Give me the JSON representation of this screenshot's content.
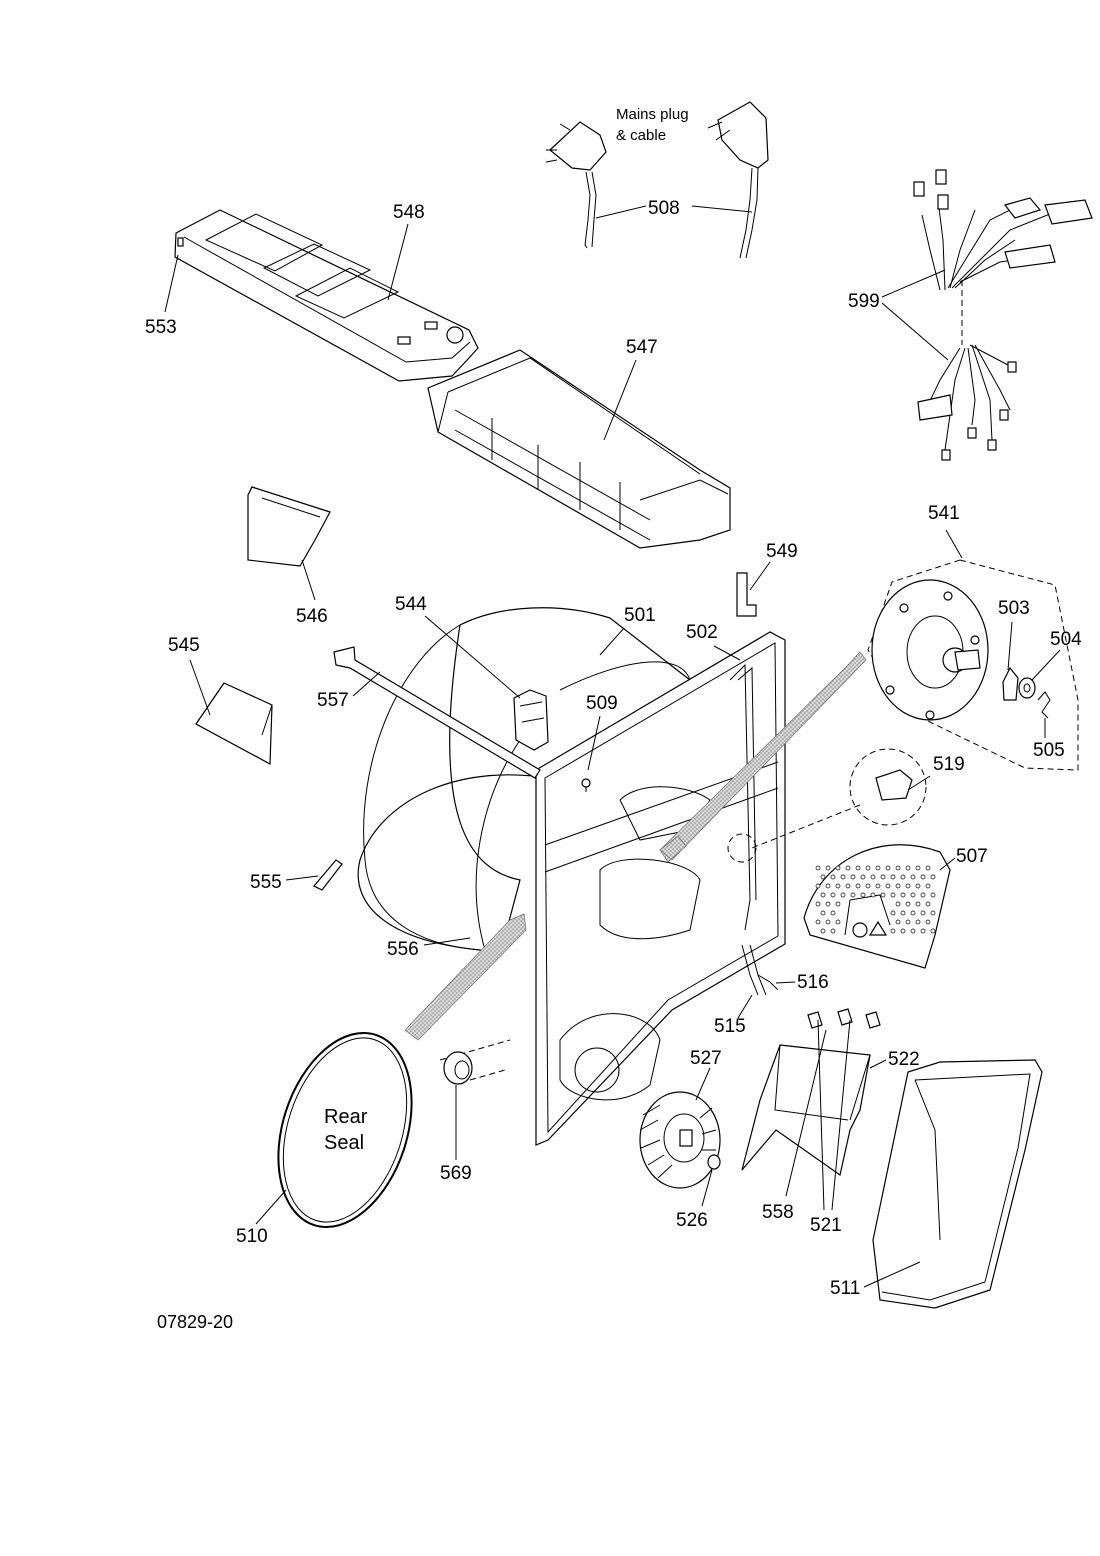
{
  "labels": {
    "p501": "501",
    "p502": "502",
    "p503": "503",
    "p504": "504",
    "p505": "505",
    "p507": "507",
    "p508": "508",
    "p509": "509",
    "p510": "510",
    "p511": "511",
    "p515": "515",
    "p516": "516",
    "p519": "519",
    "p521": "521",
    "p522": "522",
    "p526": "526",
    "p527": "527",
    "p541": "541",
    "p544": "544",
    "p545": "545",
    "p546": "546",
    "p547": "547",
    "p548": "548",
    "p549": "549",
    "p553": "553",
    "p555": "555",
    "p556": "556",
    "p557": "557",
    "p558": "558",
    "p569": "569",
    "p599": "599"
  },
  "notes": {
    "mains_line1": "Mains plug",
    "mains_line2": "& cable",
    "rear_seal_line1": "Rear",
    "rear_seal_line2": "Seal"
  },
  "drawing_number": "07829-20"
}
